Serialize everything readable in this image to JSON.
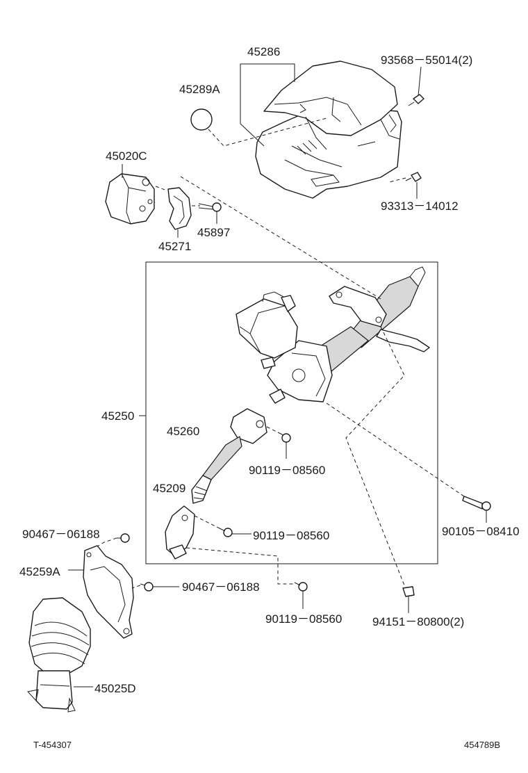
{
  "labels": {
    "p45286": "45286",
    "p93568": "93568－55014(2)",
    "p45289A": "45289A",
    "p45020C": "45020C",
    "p93313": "93313－14012",
    "p45897": "45897",
    "p45271": "45271",
    "p45250": "45250",
    "p45260": "45260",
    "p90119a": "90119－08560",
    "p45209": "45209",
    "p90119b": "90119－08560",
    "p90105": "90105－08410",
    "p90467a": "90467－06188",
    "p45259A": "45259A",
    "p90467b": "90467－06188",
    "p90119c": "90119－08560",
    "p94151": "94151－80800(2)",
    "p45025D": "45025D"
  },
  "footer": {
    "left_code": "T-454307",
    "right_code": "454789B"
  }
}
